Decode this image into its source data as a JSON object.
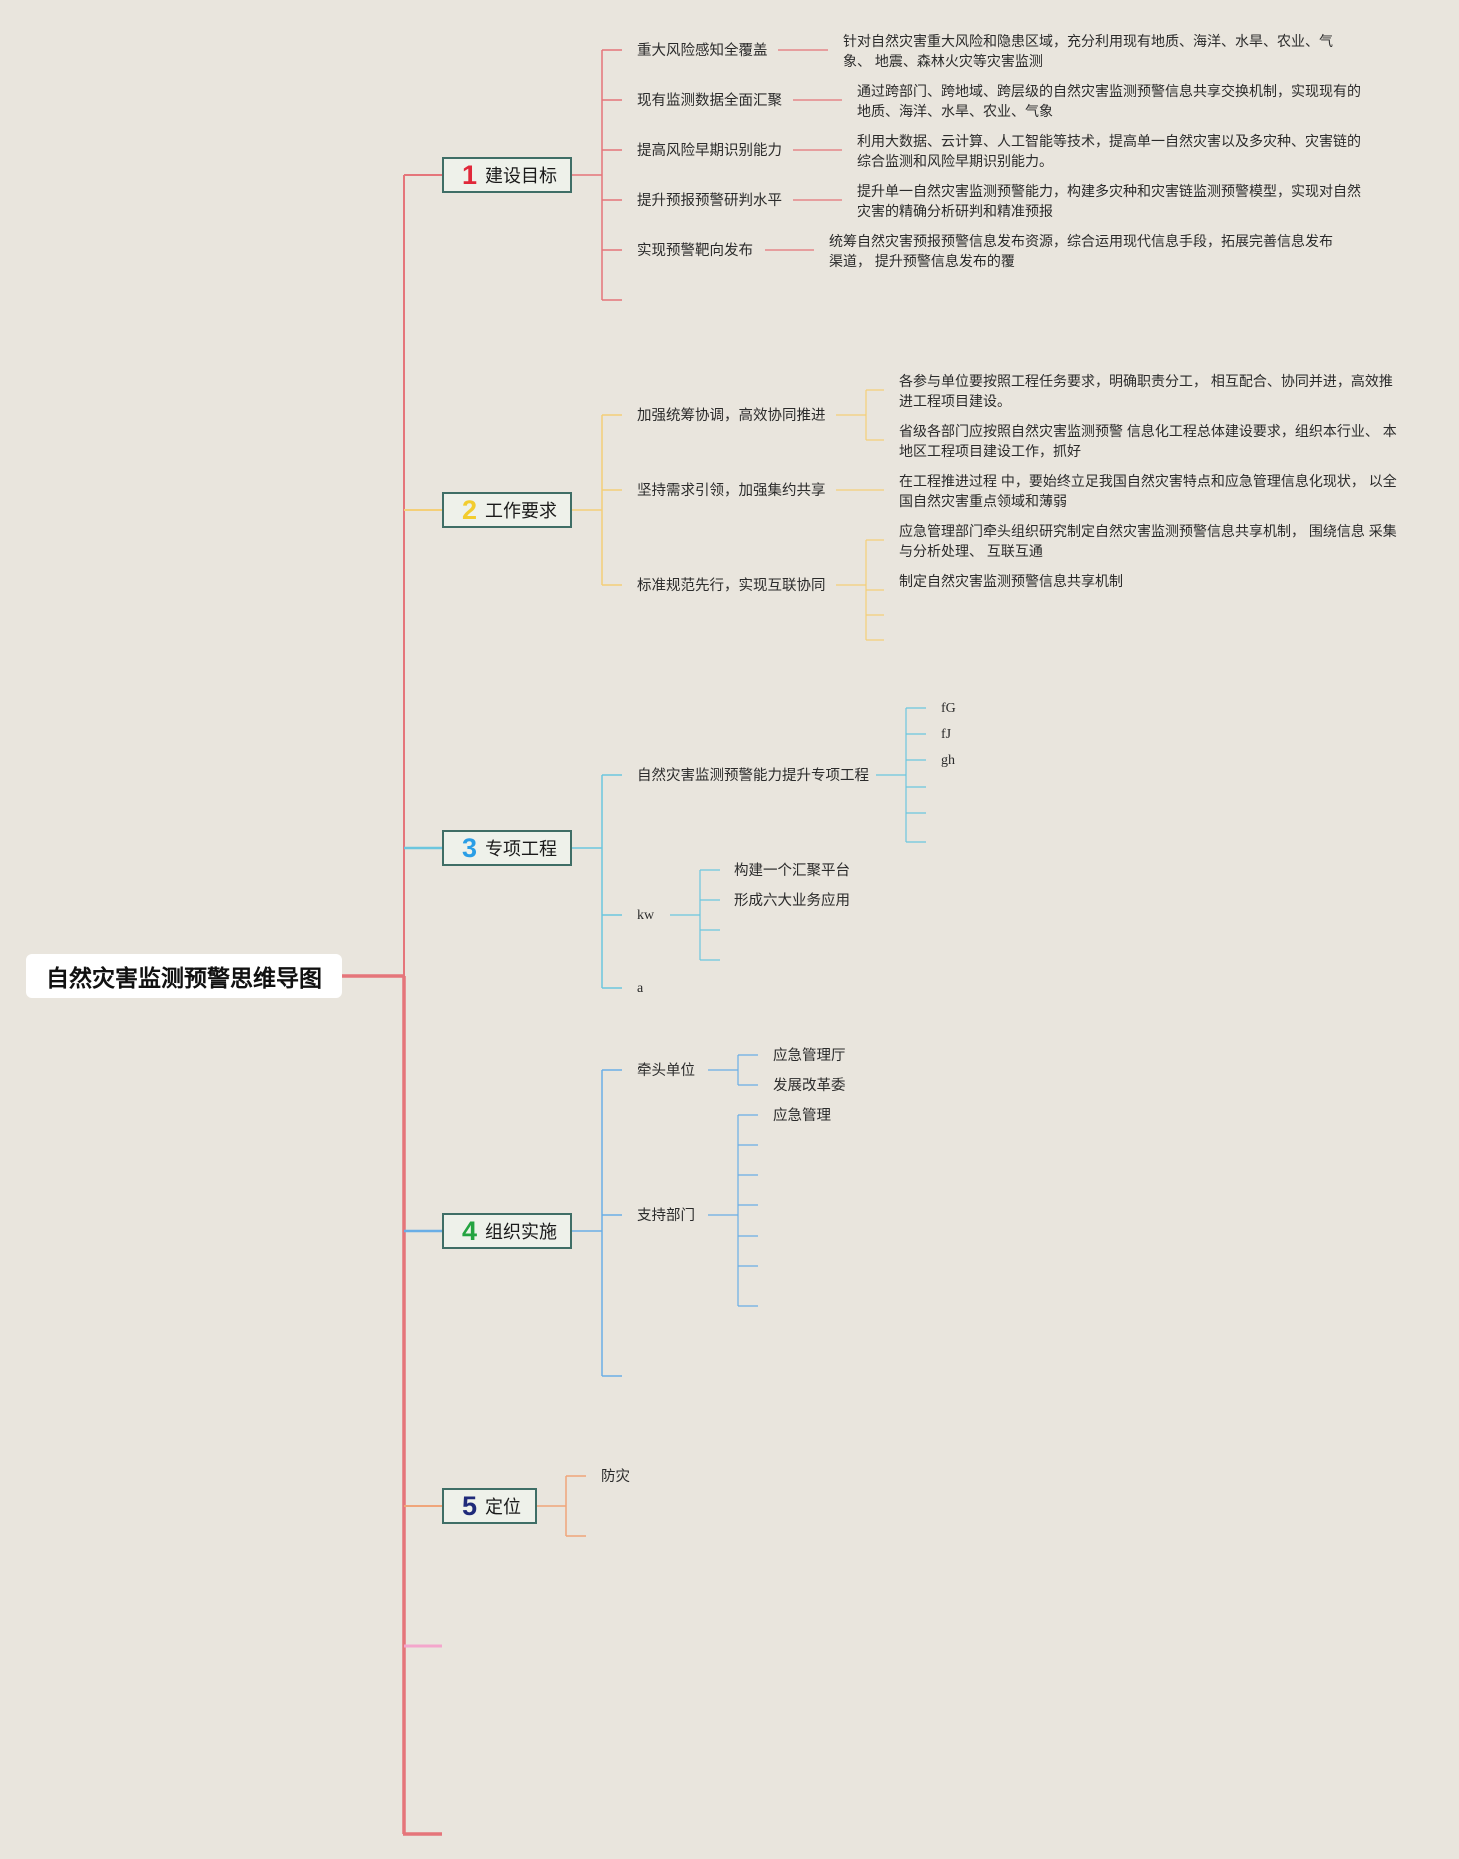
{
  "root": {
    "title": "自然灾害监测预警思维导图"
  },
  "colors": {
    "trunk": "#e5757a",
    "branch1": "#e5757a",
    "branch2": "#f4cf78",
    "branch3": "#6cc6de",
    "branch4": "#6aaee6",
    "branch5": "#f0a57a",
    "branch6": "#f4a6cc",
    "num1": "#e0283a",
    "num2": "#f2cc2e",
    "num3": "#2a9ee6",
    "num4": "#24a341",
    "num5": "#1f2a7a"
  },
  "branches": [
    {
      "num": "1",
      "label": "建设目标",
      "items": [
        {
          "label": "重大风险感知全覆盖",
          "desc": "针对自然灾害重大风险和隐患区域，充分利用现有地质、海洋、水旱、农业、气象、 地震、森林火灾等灾害监测"
        },
        {
          "label": "现有监测数据全面汇聚",
          "desc": "通过跨部门、跨地域、跨层级的自然灾害监测预警信息共享交换机制，实现现有的地质、海洋、水旱、农业、气象"
        },
        {
          "label": "提高风险早期识别能力",
          "desc": "利用大数据、云计算、人工智能等技术，提高单一自然灾害以及多灾种、灾害链的综合监测和风险早期识别能力。"
        },
        {
          "label": "提升预报预警研判水平",
          "desc": "提升单一自然灾害监测预警能力，构建多灾种和灾害链监测预警模型，实现对自然灾害的精确分析研判和精准预报"
        },
        {
          "label": "实现预警靶向发布",
          "desc": "统筹自然灾害预报预警信息发布资源，综合运用现代信息手段，拓展完善信息发布渠道， 提升预警信息发布的覆"
        }
      ]
    },
    {
      "num": "2",
      "label": "工作要求",
      "items": [
        {
          "label": "加强统筹协调，高效协同推进",
          "children": [
            "各参与单位要按照工程任务要求，明确职责分工， 相互配合、协同并进，高效推进工程项目建设。",
            "省级各部门应按照自然灾害监测预警 信息化工程总体建设要求，组织本行业、 本地区工程项目建设工作，抓好"
          ]
        },
        {
          "label": "坚持需求引领，加强集约共享",
          "children": [
            "在工程推进过程 中，要始终立足我国自然灾害特点和应急管理信息化现状， 以全国自然灾害重点领域和薄弱"
          ]
        },
        {
          "label": "标准规范先行，实现互联协同",
          "children": [
            "应急管理部门牵头组织研究制定自然灾害监测预警信息共享机制， 围绕信息 采集与分析处理、 互联互通",
            "制定自然灾害监测预警信息共享机制"
          ]
        }
      ]
    },
    {
      "num": "3",
      "label": "专项工程",
      "items": [
        {
          "label": "自然灾害监测预警能力提升专项工程",
          "children": [
            "fG",
            "fJ",
            "gh"
          ]
        },
        {
          "label": "kw",
          "children": [
            "构建一个汇聚平台",
            "形成六大业务应用"
          ]
        },
        {
          "label": "a"
        }
      ]
    },
    {
      "num": "4",
      "label": "组织实施",
      "items": [
        {
          "label": "牵头单位",
          "children": [
            "应急管理厅",
            "发展改革委"
          ]
        },
        {
          "label": "支持部门",
          "children": [
            "应急管理"
          ]
        }
      ]
    },
    {
      "num": "5",
      "label": "定位",
      "items": [
        {
          "label": "防灾"
        }
      ]
    }
  ]
}
